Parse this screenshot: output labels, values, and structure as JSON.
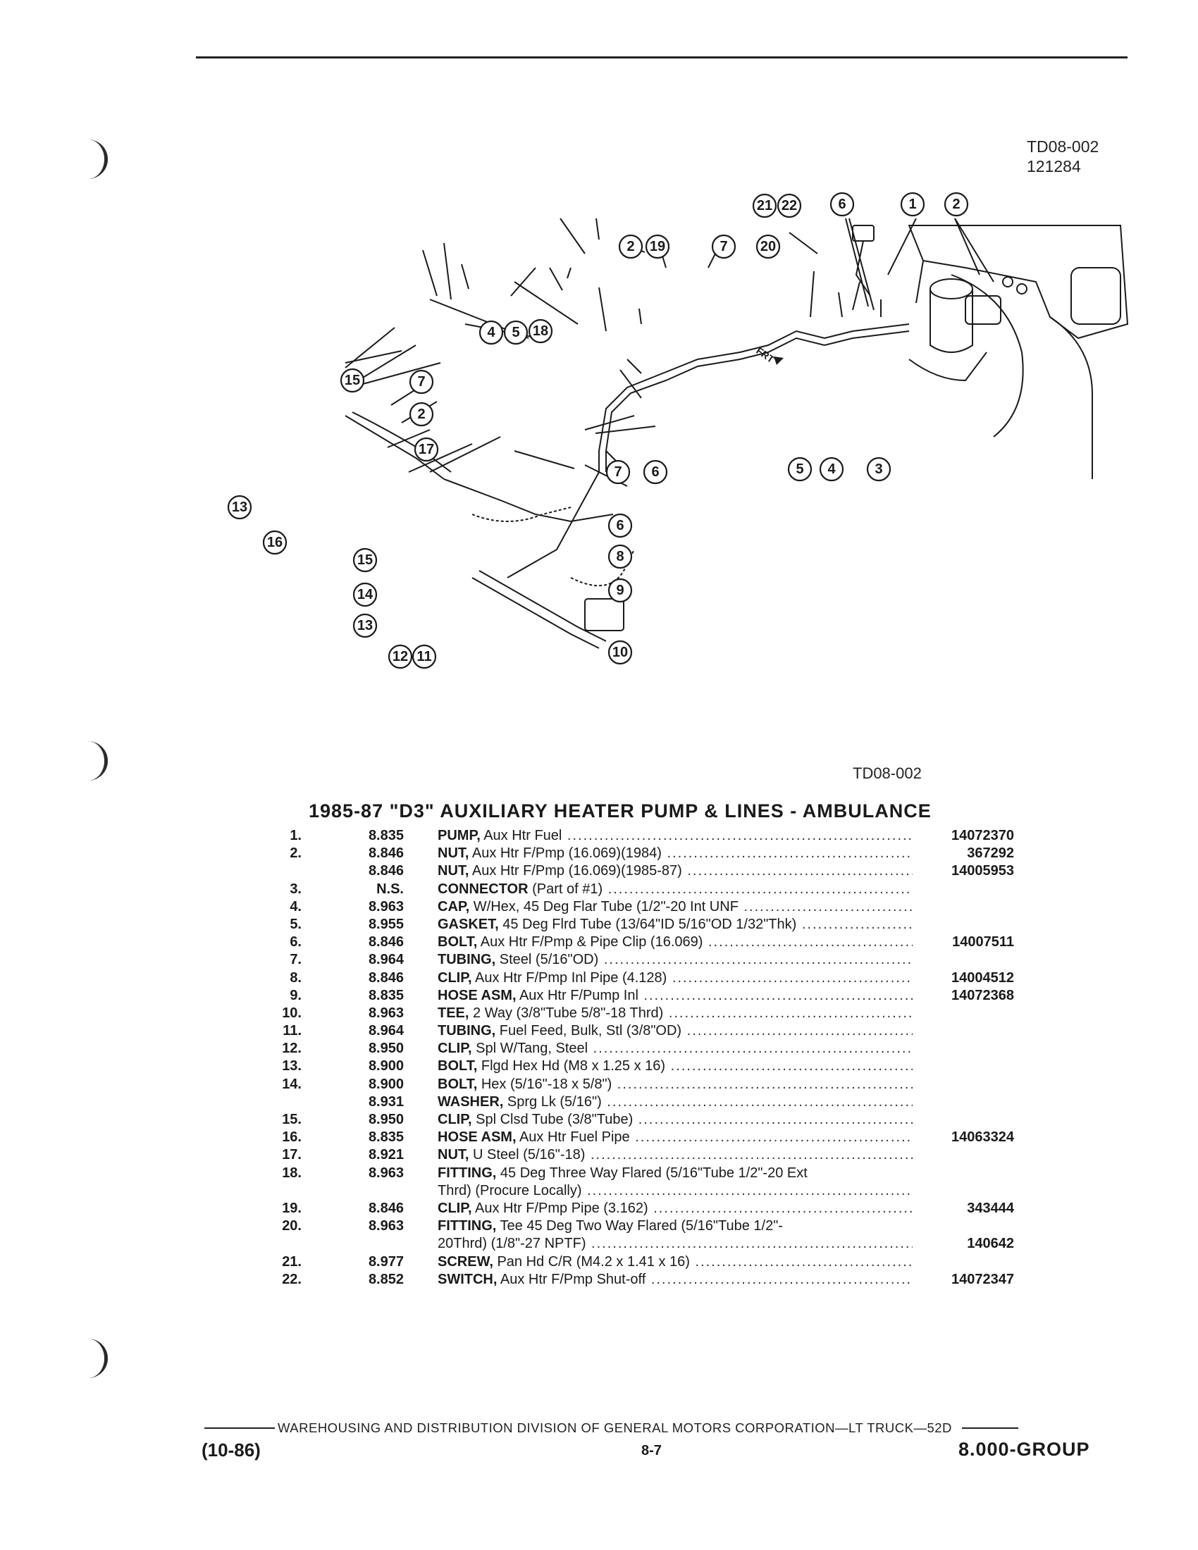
{
  "header": {
    "figure_code": "TD08-002",
    "figure_date": "121284"
  },
  "diagram": {
    "direction_label": "FRT",
    "callouts": [
      "21",
      "22",
      "6",
      "1",
      "2",
      "2",
      "19",
      "7",
      "20",
      "4",
      "5",
      "18",
      "15",
      "7",
      "2",
      "17",
      "7",
      "6",
      "5",
      "4",
      "3",
      "13",
      "16",
      "6",
      "8",
      "15",
      "9",
      "14",
      "13",
      "10",
      "12",
      "11"
    ]
  },
  "figure_code_bottom": "TD08-002",
  "title": "1985-87 \"D3\" AUXILIARY HEATER PUMP & LINES - AMBULANCE",
  "parts": [
    {
      "num": "1.",
      "group": "8.835",
      "name": "PUMP,",
      "desc": "Aux Htr Fuel",
      "part": "14072370"
    },
    {
      "num": "2.",
      "group": "8.846",
      "name": "NUT,",
      "desc": "Aux Htr F/Pmp (16.069)(1984)",
      "part": "367292"
    },
    {
      "num": "",
      "group": "8.846",
      "name": "NUT,",
      "desc": "Aux Htr F/Pmp (16.069)(1985-87)",
      "part": "14005953"
    },
    {
      "num": "3.",
      "group": "N.S.",
      "name": "CONNECTOR",
      "desc": "(Part of #1)",
      "part": ""
    },
    {
      "num": "4.",
      "group": "8.963",
      "name": "CAP,",
      "desc": "W/Hex, 45 Deg Flar Tube (1/2\"-20 Int UNF",
      "part": ""
    },
    {
      "num": "5.",
      "group": "8.955",
      "name": "GASKET,",
      "desc": "45 Deg Flrd Tube (13/64\"ID 5/16\"OD 1/32\"Thk)",
      "part": ""
    },
    {
      "num": "6.",
      "group": "8.846",
      "name": "BOLT,",
      "desc": "Aux Htr F/Pmp & Pipe Clip (16.069)",
      "part": "14007511"
    },
    {
      "num": "7.",
      "group": "8.964",
      "name": "TUBING,",
      "desc": "Steel (5/16\"OD)",
      "part": ""
    },
    {
      "num": "8.",
      "group": "8.846",
      "name": "CLIP,",
      "desc": "Aux Htr F/Pmp Inl Pipe (4.128)",
      "part": "14004512"
    },
    {
      "num": "9.",
      "group": "8.835",
      "name": "HOSE ASM,",
      "desc": "Aux Htr F/Pump Inl",
      "part": "14072368"
    },
    {
      "num": "10.",
      "group": "8.963",
      "name": "TEE,",
      "desc": "2 Way (3/8\"Tube 5/8\"-18 Thrd)",
      "part": ""
    },
    {
      "num": "11.",
      "group": "8.964",
      "name": "TUBING,",
      "desc": "Fuel Feed, Bulk, Stl (3/8\"OD)",
      "part": ""
    },
    {
      "num": "12.",
      "group": "8.950",
      "name": "CLIP,",
      "desc": "Spl W/Tang, Steel",
      "part": ""
    },
    {
      "num": "13.",
      "group": "8.900",
      "name": "BOLT,",
      "desc": "Flgd Hex Hd (M8 x 1.25 x 16)",
      "part": ""
    },
    {
      "num": "14.",
      "group": "8.900",
      "name": "BOLT,",
      "desc": "Hex (5/16\"-18 x 5/8\")",
      "part": ""
    },
    {
      "num": "",
      "group": "8.931",
      "name": "WASHER,",
      "desc": "Sprg Lk (5/16\")",
      "part": ""
    },
    {
      "num": "15.",
      "group": "8.950",
      "name": "CLIP,",
      "desc": "Spl Clsd Tube (3/8\"Tube)",
      "part": ""
    },
    {
      "num": "16.",
      "group": "8.835",
      "name": "HOSE ASM,",
      "desc": "Aux Htr Fuel Pipe",
      "part": "14063324"
    },
    {
      "num": "17.",
      "group": "8.921",
      "name": "NUT,",
      "desc": "U Steel (5/16\"-18)",
      "part": ""
    },
    {
      "num": "18.",
      "group": "8.963",
      "name": "FITTING,",
      "desc": "45 Deg Three Way Flared (5/16\"Tube 1/2\"-20 Ext",
      "part": "",
      "nodots": true
    },
    {
      "num": "",
      "group": "",
      "name": "",
      "desc": "Thrd) (Procure Locally)",
      "part": ""
    },
    {
      "num": "19.",
      "group": "8.846",
      "name": "CLIP,",
      "desc": "Aux Htr F/Pmp Pipe (3.162)",
      "part": "343444"
    },
    {
      "num": "20.",
      "group": "8.963",
      "name": "FITTING,",
      "desc": "Tee 45 Deg Two Way Flared (5/16\"Tube 1/2\"-",
      "part": "",
      "nodots": true
    },
    {
      "num": "",
      "group": "",
      "name": "",
      "desc": "20Thrd) (1/8\"-27 NPTF)",
      "part": "140642"
    },
    {
      "num": "21.",
      "group": "8.977",
      "name": "SCREW,",
      "desc": "Pan Hd C/R (M4.2 x 1.41 x 16)",
      "part": ""
    },
    {
      "num": "22.",
      "group": "8.852",
      "name": "SWITCH,",
      "desc": "Aux Htr F/Pmp Shut-off",
      "part": "14072347"
    }
  ],
  "footer": {
    "publisher": "WAREHOUSING AND DISTRIBUTION  DIVISION OF GENERAL MOTORS CORPORATION—LT TRUCK—52D",
    "date": "(10-86)",
    "page": "8-7",
    "group": "8.000-GROUP"
  }
}
